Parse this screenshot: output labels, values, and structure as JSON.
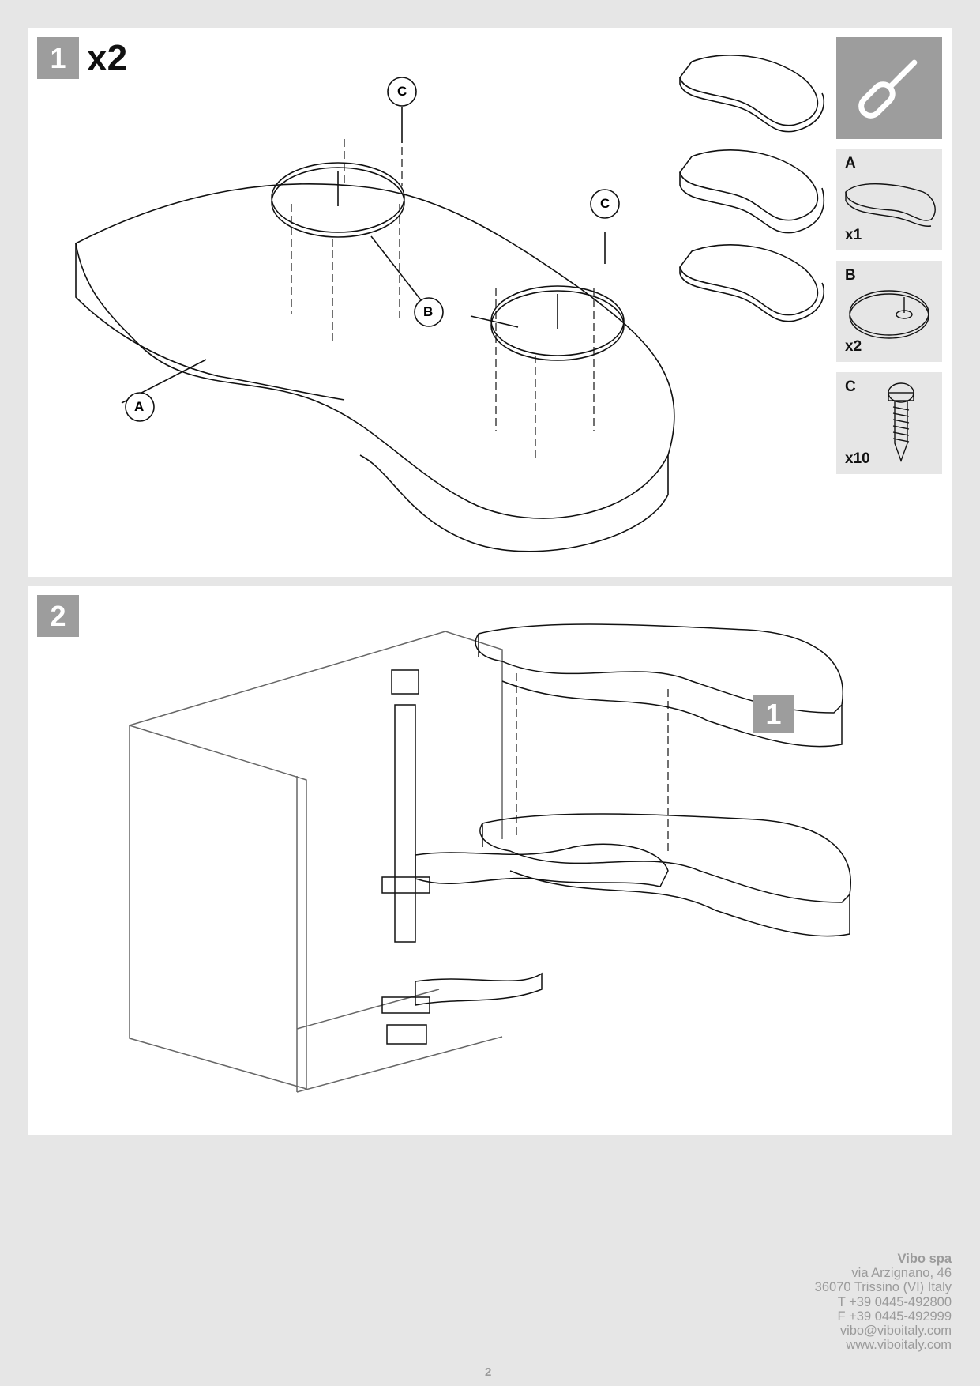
{
  "step1": {
    "number": "1",
    "multiplier": "x2",
    "callouts": [
      "A",
      "B",
      "C",
      "C"
    ],
    "tool_icon": "screwdriver-icon",
    "parts": [
      {
        "label": "A",
        "qty": "x1"
      },
      {
        "label": "B",
        "qty": "x2"
      },
      {
        "label": "C",
        "qty": "x10"
      }
    ]
  },
  "step2": {
    "number": "2",
    "ref_badge": "1"
  },
  "footer": {
    "company": "Vibo spa",
    "address": "via Arzignano, 46",
    "city": "36070 Trissino (VI) Italy",
    "phone": "T +39 0445-492800",
    "fax": "F +39 0445-492999",
    "email": "vibo@viboitaly.com",
    "web": "www.viboitaly.com"
  },
  "page_number": "2",
  "colors": {
    "badge": "#9d9d9d",
    "background": "#e6e6e6",
    "footer_text": "#9a9a9a"
  }
}
